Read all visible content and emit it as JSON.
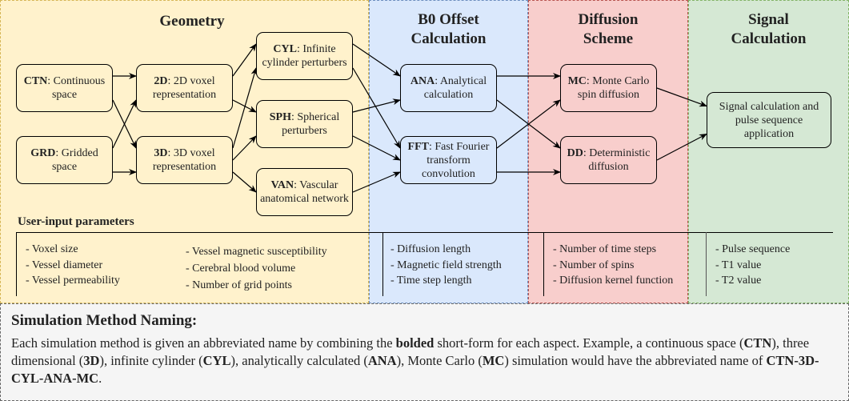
{
  "lanes": {
    "geometry": {
      "title": "Geometry",
      "color": "#fff2cc"
    },
    "b0": {
      "title_line1": "B0 Offset",
      "title_line2": "Calculation",
      "color": "#dae8fc"
    },
    "diffusion": {
      "title_line1": "Diffusion",
      "title_line2": "Scheme",
      "color": "#f8cecc"
    },
    "signal": {
      "title_line1": "Signal",
      "title_line2": "Calculation",
      "color": "#d5e8d4"
    }
  },
  "nodes": {
    "ctn": {
      "abbr": "CTN",
      "desc": ": Continuous space"
    },
    "grd": {
      "abbr": "GRD",
      "desc": ": Gridded space"
    },
    "d2": {
      "abbr": "2D",
      "desc": ": 2D voxel representation"
    },
    "d3": {
      "abbr": "3D",
      "desc": ": 3D voxel representation"
    },
    "cyl": {
      "abbr": "CYL",
      "desc": ": Infinite cylinder perturbers"
    },
    "sph": {
      "abbr": "SPH",
      "desc": ": Spherical perturbers"
    },
    "van": {
      "abbr": "VAN",
      "desc": ": Vascular anatomical network"
    },
    "ana": {
      "abbr": "ANA",
      "desc": ": Analytical calculation"
    },
    "fft": {
      "abbr": "FFT",
      "desc": ": Fast Fourier transform convolution"
    },
    "mc": {
      "abbr": "MC",
      "desc": ": Monte Carlo spin diffusion"
    },
    "dd": {
      "abbr": "DD",
      "desc": ": Deterministic diffusion"
    },
    "signal": {
      "desc": "Signal calculation and pulse sequence application"
    }
  },
  "edges": [
    [
      "ctn",
      "d2"
    ],
    [
      "ctn",
      "d3"
    ],
    [
      "grd",
      "d2"
    ],
    [
      "grd",
      "d3"
    ],
    [
      "d2",
      "cyl"
    ],
    [
      "d2",
      "sph"
    ],
    [
      "d3",
      "cyl"
    ],
    [
      "d3",
      "sph"
    ],
    [
      "d3",
      "van"
    ],
    [
      "cyl",
      "ana"
    ],
    [
      "cyl",
      "fft"
    ],
    [
      "sph",
      "ana"
    ],
    [
      "sph",
      "fft"
    ],
    [
      "van",
      "fft"
    ],
    [
      "ana",
      "mc"
    ],
    [
      "ana",
      "dd"
    ],
    [
      "fft",
      "mc"
    ],
    [
      "fft",
      "dd"
    ],
    [
      "mc",
      "signal"
    ],
    [
      "dd",
      "signal"
    ]
  ],
  "params": {
    "title": "User-input parameters",
    "geometry_col1": [
      "- Voxel size",
      "- Vessel diameter",
      "- Vessel permeability"
    ],
    "geometry_col2": [
      "- Vessel magnetic susceptibility",
      "- Cerebral blood volume",
      "- Number of grid points"
    ],
    "b0": [
      "- Diffusion length",
      "- Magnetic field strength",
      "- Time step length"
    ],
    "diffusion": [
      "- Number of time steps",
      "- Number of spins",
      "- Diffusion kernel function"
    ],
    "signal": [
      "- Pulse sequence",
      "- T1 value",
      "- T2 value"
    ]
  },
  "naming": {
    "title": "Simulation Method Naming:",
    "parts": [
      {
        "t": "Each simulation method is given an abbreviated name by combining the ",
        "b": false
      },
      {
        "t": "bolded",
        "b": true
      },
      {
        "t": " short-form for each aspect. Example, a continuous space (",
        "b": false
      },
      {
        "t": "CTN",
        "b": true
      },
      {
        "t": "), three dimensional (",
        "b": false
      },
      {
        "t": "3D",
        "b": true
      },
      {
        "t": "), infinite cylinder (",
        "b": false
      },
      {
        "t": "CYL",
        "b": true
      },
      {
        "t": "), analytically calculated (",
        "b": false
      },
      {
        "t": "ANA",
        "b": true
      },
      {
        "t": "), Monte Carlo (",
        "b": false
      },
      {
        "t": "MC",
        "b": true
      },
      {
        "t": ") simulation would have the abbreviated name of ",
        "b": false
      },
      {
        "t": "CTN-3D-CYL-ANA-MC",
        "b": true
      },
      {
        "t": ".",
        "b": false
      }
    ]
  }
}
